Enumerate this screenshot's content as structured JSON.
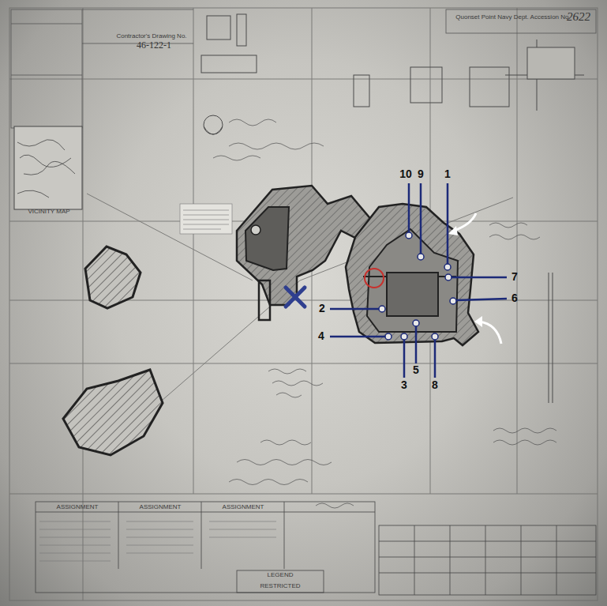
{
  "diagram": {
    "labels": [
      "Contractor's Drawing No.",
      "46-122-1",
      "Quonset Point Navy Dept. Accession No.",
      "2622",
      "VICINITY MAP",
      "10",
      "9",
      "1",
      "7",
      "6",
      "2",
      "4",
      "3",
      "5",
      "8",
      "LEGEND",
      "ASSIGNMENT",
      "ASSIGNMENT",
      "ASSIGNMENT",
      "RESTRICTED"
    ]
  }
}
